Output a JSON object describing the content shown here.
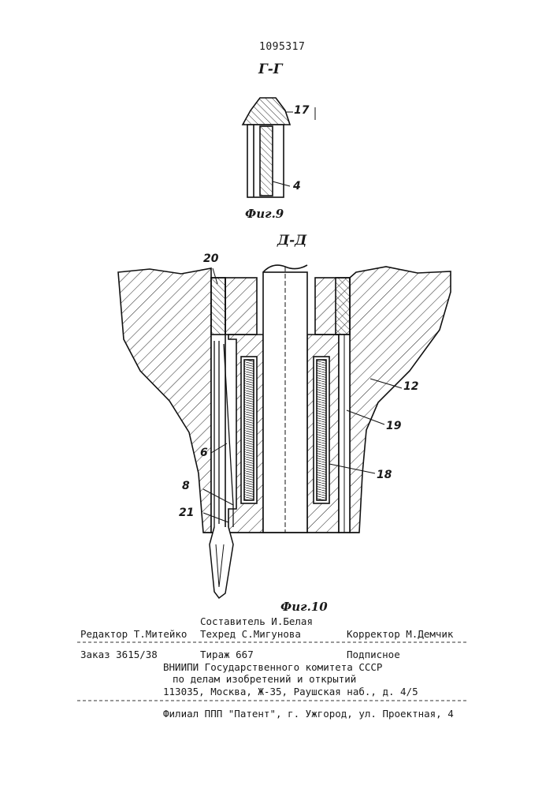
{
  "patent_number": "1095317",
  "fig9": {
    "section_title": "Г-Г",
    "caption": "Фиг.9",
    "labels": [
      "17",
      "4"
    ]
  },
  "fig10": {
    "section_title": "Д-Д",
    "caption": "Фиг.10",
    "labels": [
      "20",
      "12",
      "19",
      "6",
      "8",
      "18",
      "21"
    ]
  },
  "footer": {
    "compiler": "Составитель И.Белая",
    "editor": "Редактор Т.Митейко",
    "techred": "Техред С.Мигунова",
    "corrector": "Корректор  М.Демчик",
    "order": "Заказ 3615/38",
    "circulation": "Тираж 667",
    "subscription": "Подписное",
    "org_line1": "ВНИИПИ Государственного комитета СССР",
    "org_line2": "по делам изобретений и открытий",
    "org_line3": "113035, Москва, Ж-35, Раушская наб., д. 4/5",
    "branch": "Филиал ППП \"Патент\", г. Ужгород, ул. Проектная, 4"
  }
}
